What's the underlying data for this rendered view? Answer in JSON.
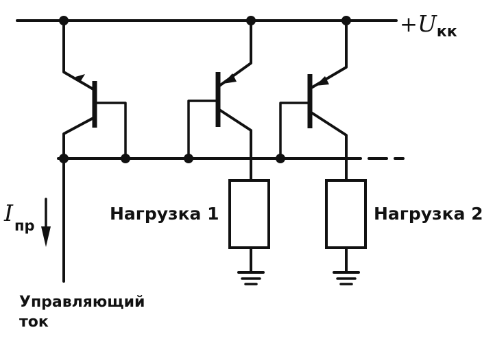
{
  "supply": {
    "plus": "+",
    "symbol": "U",
    "subscript": "кк"
  },
  "loads": [
    {
      "label": "Нагрузка 1"
    },
    {
      "label": "Нагрузка 2"
    }
  ],
  "control_current": {
    "symbol": "I",
    "subscript": "пр",
    "caption_line1": "Управляющий",
    "caption_line2": "ток"
  }
}
